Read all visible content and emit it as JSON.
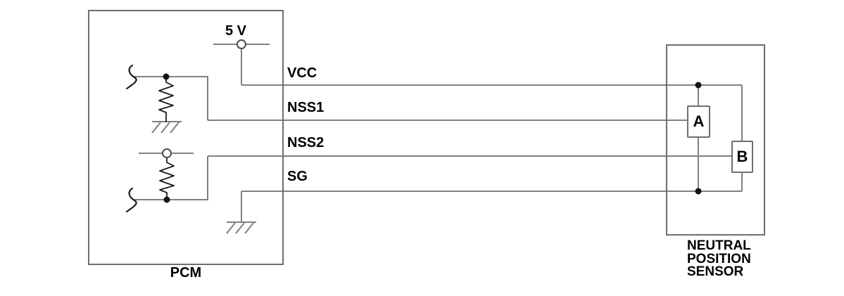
{
  "diagram": {
    "type": "wiring-diagram",
    "supply": {
      "label": "5 V"
    },
    "pcm": {
      "label": "PCM"
    },
    "pins": [
      {
        "label": "VCC"
      },
      {
        "label": "NSS1"
      },
      {
        "label": "NSS2"
      },
      {
        "label": "SG"
      }
    ],
    "sensor": {
      "name_lines": [
        "NEUTRAL",
        "POSITION",
        "SENSOR"
      ],
      "components": [
        {
          "label": "A"
        },
        {
          "label": "B"
        }
      ]
    },
    "colors": {
      "wire": "#808080",
      "outline": "#6e6e6e",
      "symbol": "#1c1c1c",
      "text": "#000000",
      "background": "#ffffff"
    }
  }
}
